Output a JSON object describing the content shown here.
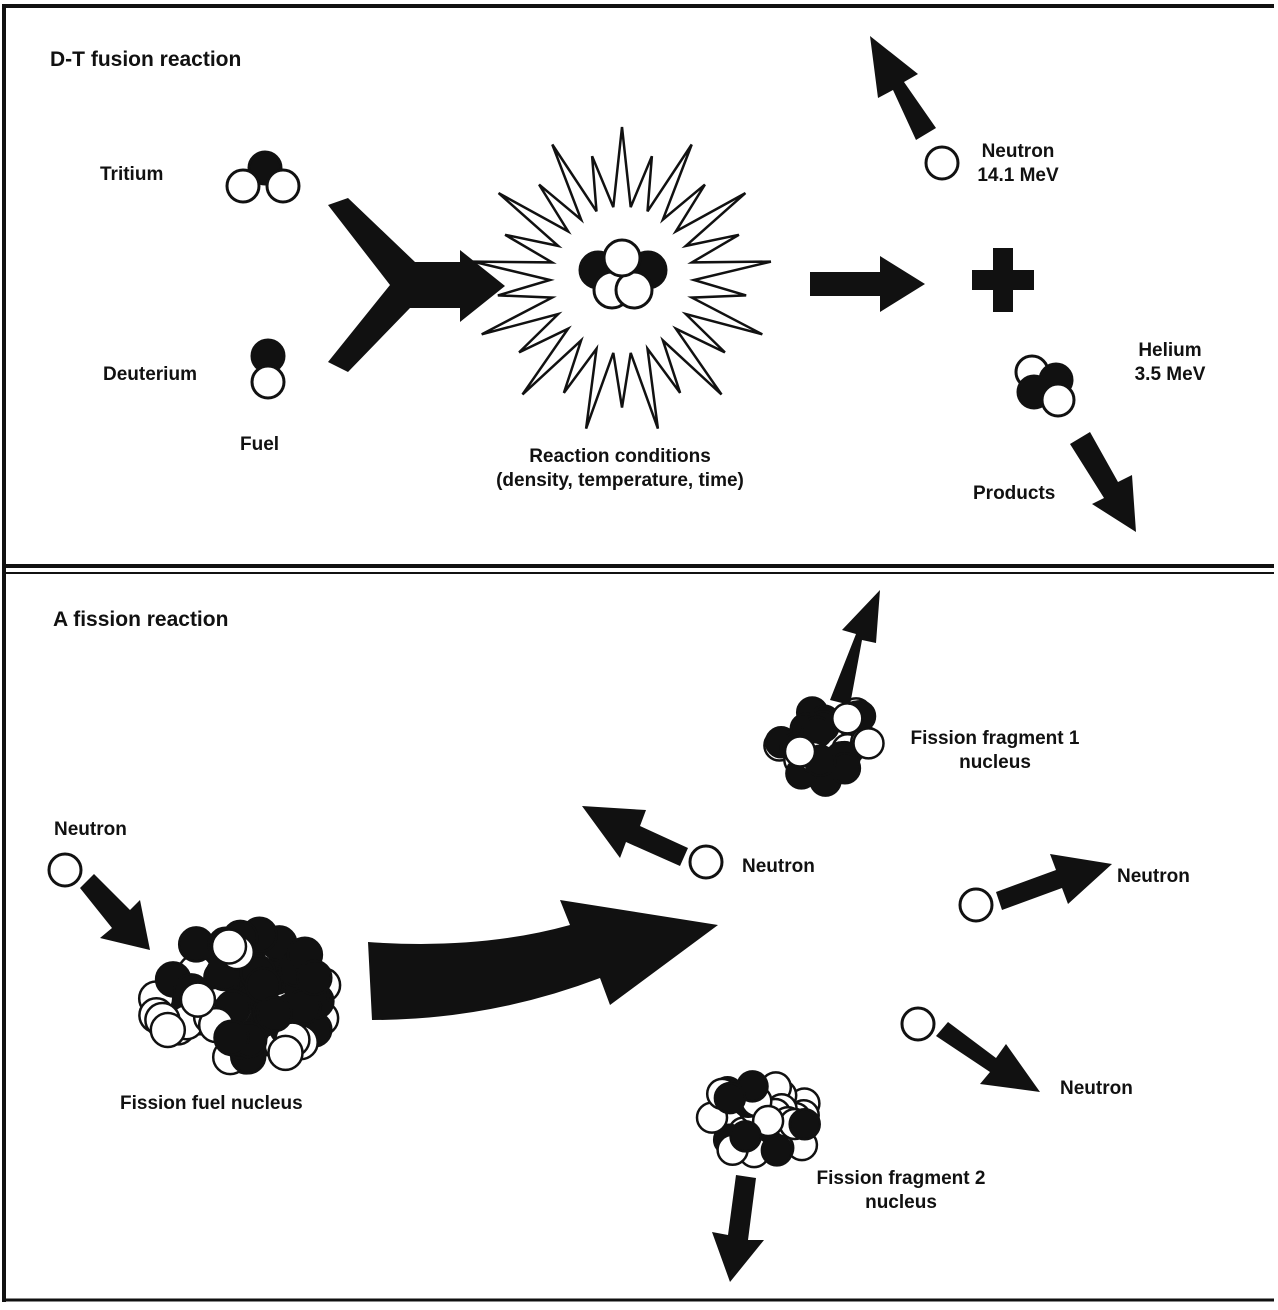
{
  "fusion": {
    "title": "D-T fusion reaction",
    "tritium": "Tritium",
    "deuterium": "Deuterium",
    "fuel": "Fuel",
    "conditions_line1": "Reaction conditions",
    "conditions_line2": "(density, temperature, time)",
    "neutron_line1": "Neutron",
    "neutron_line2": "14.1 MeV",
    "helium_line1": "Helium",
    "helium_line2": "3.5 MeV",
    "products": "Products"
  },
  "fission": {
    "title": "A fission reaction",
    "incoming_neutron": "Neutron",
    "fuel_nucleus": "Fission fuel nucleus",
    "fragment1_line1": "Fission fragment 1",
    "fragment1_line2": "nucleus",
    "fragment2_line1": "Fission fragment 2",
    "fragment2_line2": "nucleus",
    "neutron_a": "Neutron",
    "neutron_b": "Neutron",
    "neutron_c": "Neutron"
  },
  "colors": {
    "ink": "#111111",
    "paper": "#ffffff"
  }
}
